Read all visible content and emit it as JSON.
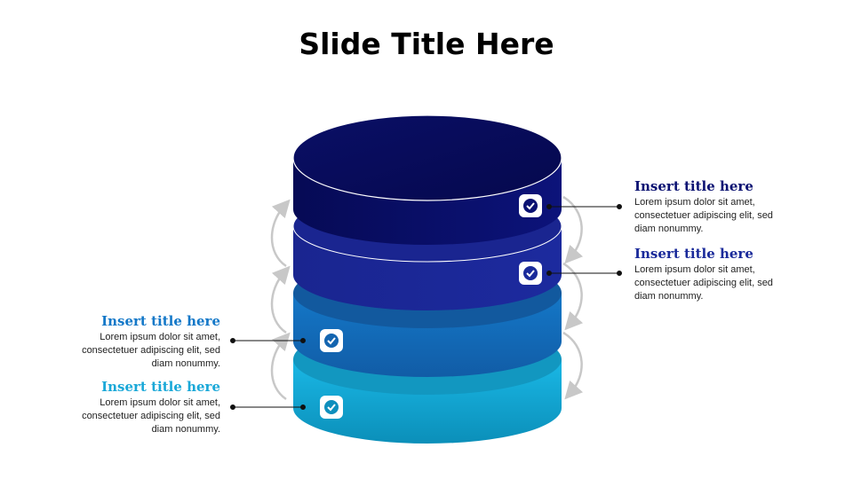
{
  "slide": {
    "title": "Slide Title Here"
  },
  "colors": {
    "layer1": "#0b1272",
    "layer2": "#1a2a9a",
    "layer3": "#1565c0",
    "layer4": "#00a7d8",
    "arrow": "#c8c8c8",
    "connector": "#111111"
  },
  "callouts": [
    {
      "title": "Insert title here",
      "body": "Lorem ipsum dolor sit amet, consectetuer adipiscing elit, sed diam nonummy.",
      "color": "#0b1272",
      "icon": "check-icon"
    },
    {
      "title": "Insert title here",
      "body": "Lorem ipsum dolor sit amet, consectetuer adipiscing elit, sed diam nonummy.",
      "color": "#1a2a9a",
      "icon": "check-icon"
    },
    {
      "title": "Insert title here",
      "body": "Lorem ipsum dolor sit amet, consectetuer adipiscing elit, sed diam nonummy.",
      "color": "#1478c8",
      "icon": "check-icon"
    },
    {
      "title": "Insert title here",
      "body": "Lorem ipsum dolor sit amet, consectetuer adipiscing elit, sed diam nonummy.",
      "color": "#1aa8d8",
      "icon": "check-icon"
    }
  ]
}
